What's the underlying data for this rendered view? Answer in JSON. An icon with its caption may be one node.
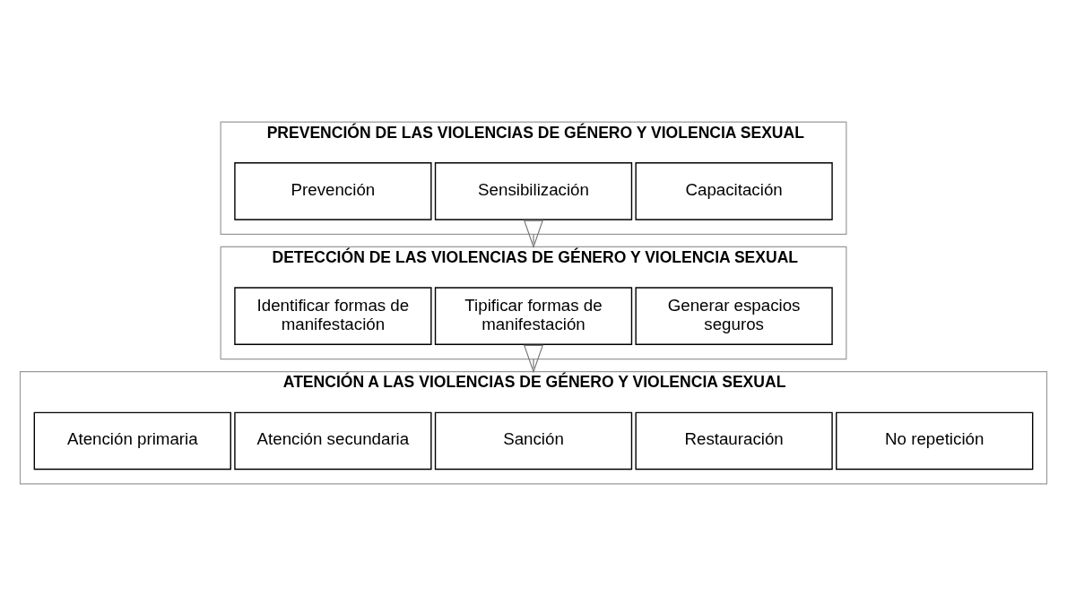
{
  "diagram": {
    "nodes": [
      {
        "text": [
          "PREVENCIÓN DE LAS VIOLENCIAS DE GÉNERO Y VIOLENCIA SEXUAL"
        ]
      },
      {
        "text": [
          "Prevención"
        ],
        "in": 0
      },
      {
        "text": [
          "Sensibilización"
        ],
        "in": 0
      },
      {
        "text": [
          "Capacitación"
        ],
        "in": 0
      },
      {
        "text": [
          "DETECCIÓN DE LAS VIOLENCIAS DE GÉNERO Y VIOLENCIA SEXUAL"
        ]
      },
      {
        "text": [
          "Identificar formas de manifestación"
        ],
        "in": 4
      },
      {
        "text": [
          "Tipificar formas de manifestación"
        ],
        "in": 4
      },
      {
        "text": [
          "Generar espacios seguros"
        ],
        "in": 4
      },
      {
        "text": [
          "ATENCIÓN A LAS VIOLENCIAS DE GÉNERO Y VIOLENCIA SEXUAL"
        ]
      },
      {
        "text": [
          "Atención primaria"
        ],
        "in": 8
      },
      {
        "text": [
          "Atención secundaria"
        ],
        "in": 8
      },
      {
        "text": [
          "Sanción"
        ],
        "in": 8
      },
      {
        "text": [
          "Restauración"
        ],
        "in": 8
      },
      {
        "text": [
          "No repetición"
        ],
        "in": 8
      }
    ],
    "edges": [
      {
        "from": 0,
        "to": 4,
        "arrow": "to"
      },
      {
        "from": 4,
        "to": 8,
        "arrow": "to"
      }
    ]
  }
}
